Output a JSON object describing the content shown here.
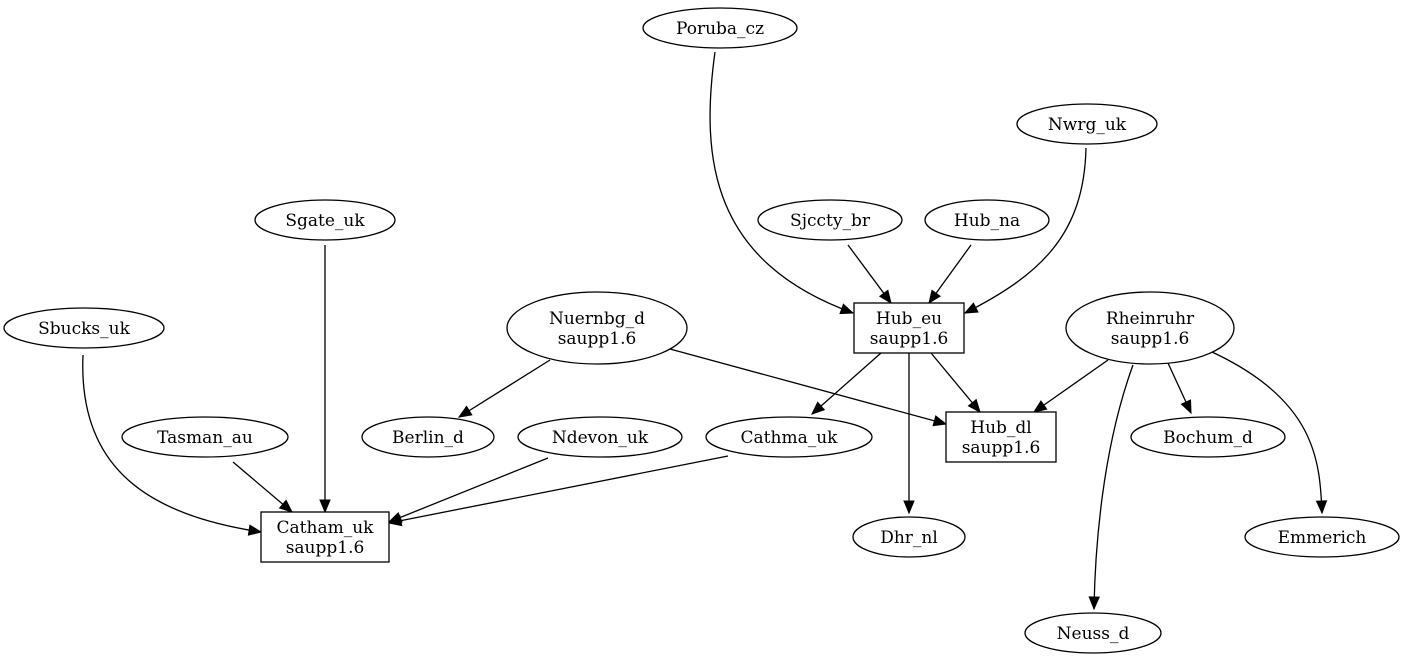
{
  "diagram": {
    "type": "directed-graph",
    "nodes": [
      {
        "id": "poruba",
        "shape": "ellipse",
        "lines": [
          "Poruba_cz"
        ]
      },
      {
        "id": "nwrg",
        "shape": "ellipse",
        "lines": [
          "Nwrg_uk"
        ]
      },
      {
        "id": "sgate",
        "shape": "ellipse",
        "lines": [
          "Sgate_uk"
        ]
      },
      {
        "id": "sjccty",
        "shape": "ellipse",
        "lines": [
          "Sjccty_br"
        ]
      },
      {
        "id": "hubna",
        "shape": "ellipse",
        "lines": [
          "Hub_na"
        ]
      },
      {
        "id": "sbucks",
        "shape": "ellipse",
        "lines": [
          "Sbucks_uk"
        ]
      },
      {
        "id": "nuernbg",
        "shape": "ellipse",
        "lines": [
          "Nuernbg_d",
          "saupp1.6"
        ]
      },
      {
        "id": "hubeu",
        "shape": "box",
        "lines": [
          "Hub_eu",
          "saupp1.6"
        ]
      },
      {
        "id": "rhein",
        "shape": "ellipse",
        "lines": [
          "Rheinruhr",
          "saupp1.6"
        ]
      },
      {
        "id": "tasman",
        "shape": "ellipse",
        "lines": [
          "Tasman_au"
        ]
      },
      {
        "id": "berlin",
        "shape": "ellipse",
        "lines": [
          "Berlin_d"
        ]
      },
      {
        "id": "ndevon",
        "shape": "ellipse",
        "lines": [
          "Ndevon_uk"
        ]
      },
      {
        "id": "cathma",
        "shape": "ellipse",
        "lines": [
          "Cathma_uk"
        ]
      },
      {
        "id": "hubdl",
        "shape": "box",
        "lines": [
          "Hub_dl",
          "saupp1.6"
        ]
      },
      {
        "id": "bochum",
        "shape": "ellipse",
        "lines": [
          "Bochum_d"
        ]
      },
      {
        "id": "catham",
        "shape": "box",
        "lines": [
          "Catham_uk",
          "saupp1.6"
        ]
      },
      {
        "id": "dhr",
        "shape": "ellipse",
        "lines": [
          "Dhr_nl"
        ]
      },
      {
        "id": "emmerich",
        "shape": "ellipse",
        "lines": [
          "Emmerich"
        ]
      },
      {
        "id": "neuss",
        "shape": "ellipse",
        "lines": [
          "Neuss_d"
        ]
      }
    ],
    "edges": [
      {
        "from": "poruba",
        "to": "hubeu"
      },
      {
        "from": "sjccty",
        "to": "hubeu"
      },
      {
        "from": "hubna",
        "to": "hubeu"
      },
      {
        "from": "nwrg",
        "to": "hubeu"
      },
      {
        "from": "sgate",
        "to": "catham"
      },
      {
        "from": "sbucks",
        "to": "catham"
      },
      {
        "from": "tasman",
        "to": "catham"
      },
      {
        "from": "ndevon",
        "to": "catham"
      },
      {
        "from": "cathma",
        "to": "catham"
      },
      {
        "from": "nuernbg",
        "to": "berlin"
      },
      {
        "from": "nuernbg",
        "to": "hubdl"
      },
      {
        "from": "hubeu",
        "to": "cathma"
      },
      {
        "from": "hubeu",
        "to": "hubdl"
      },
      {
        "from": "hubeu",
        "to": "dhr"
      },
      {
        "from": "rhein",
        "to": "hubdl"
      },
      {
        "from": "rhein",
        "to": "bochum"
      },
      {
        "from": "rhein",
        "to": "emmerich"
      },
      {
        "from": "rhein",
        "to": "neuss"
      }
    ]
  }
}
